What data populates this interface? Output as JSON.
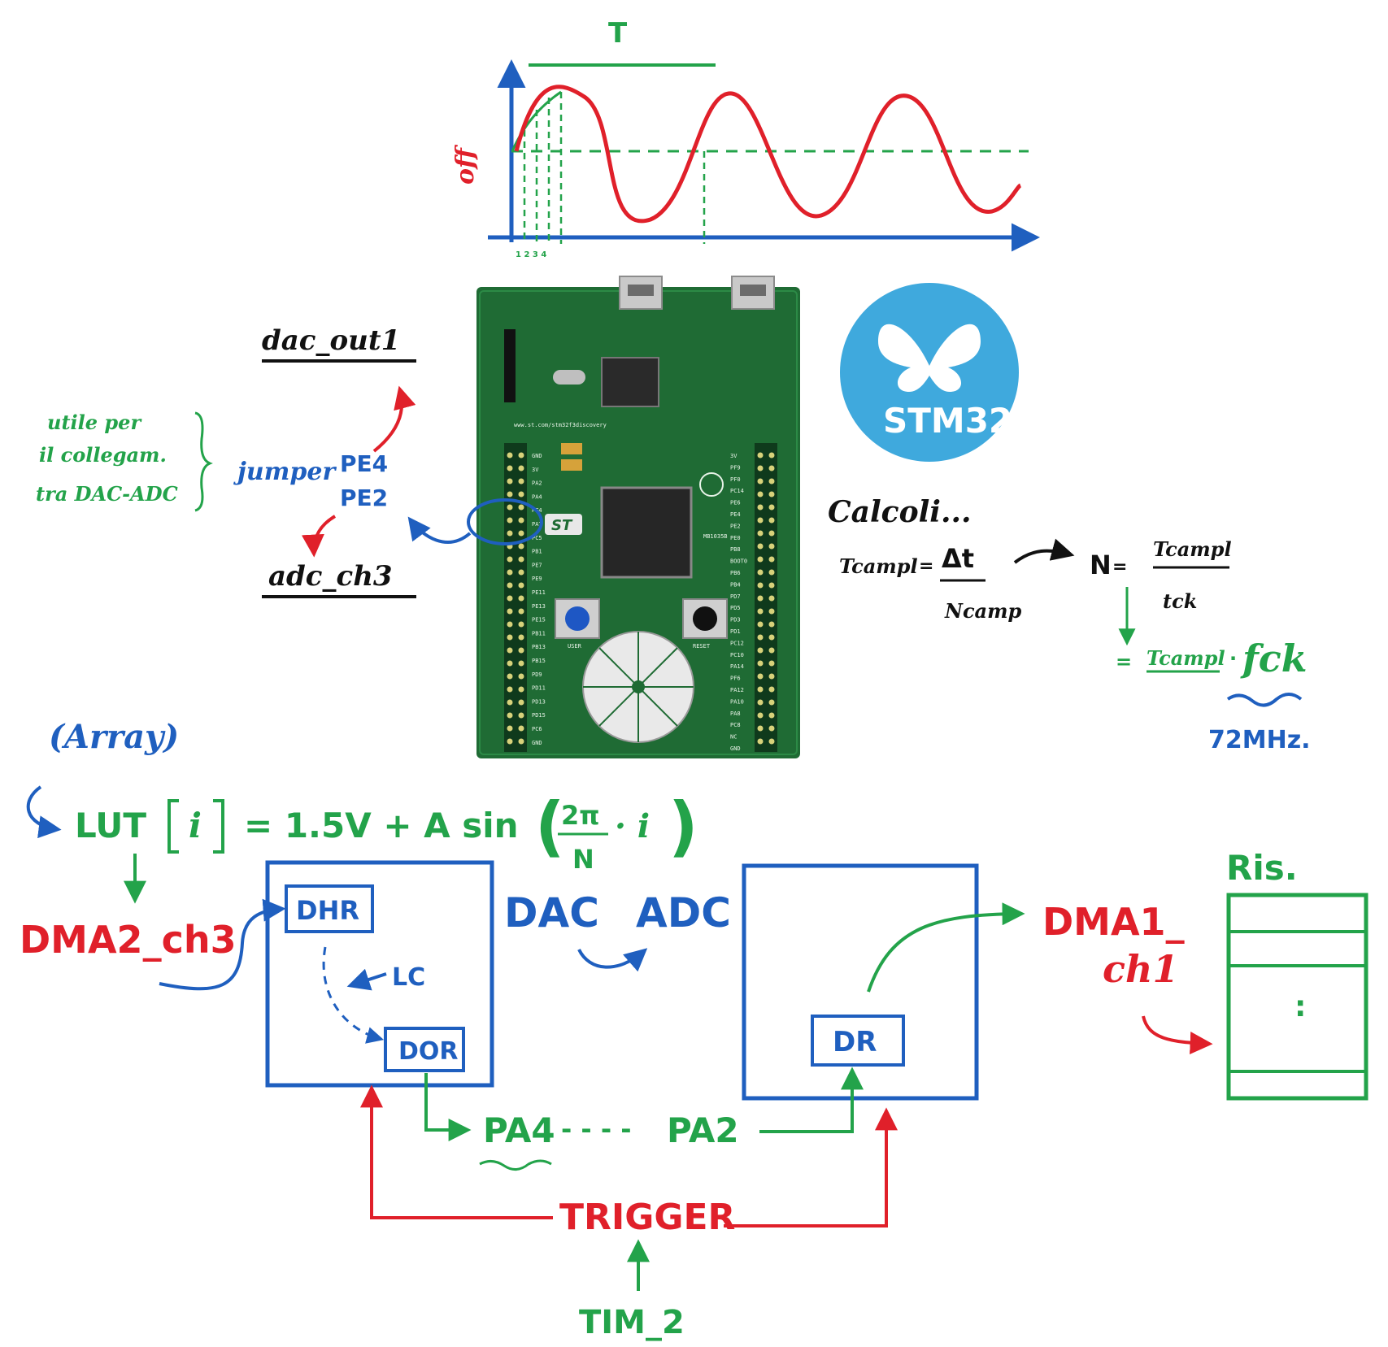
{
  "colors": {
    "blue": "#1f5fbf",
    "green": "#23a34a",
    "red": "#e0202a",
    "black": "#111111",
    "pcb": "#1f6b34",
    "stm_logo_bg": "#3fa9dd"
  },
  "waveform": {
    "period_label": "T",
    "offset_label": "off",
    "sample_ticks": "1 2 3 4"
  },
  "board": {
    "url_text": "www.st.com/stm32f3discovery",
    "model": "MB1035B",
    "user_button": "USER",
    "reset_button": "RESET",
    "st_logo": "ST",
    "left_pins": [
      "GND",
      "3V",
      "PA2",
      "PA4",
      "PF4",
      "PA7",
      "PC5",
      "PB1",
      "PE7",
      "PE9",
      "PE11",
      "PE13",
      "PE15",
      "PB11",
      "PB13",
      "PB15",
      "PD9",
      "PD11",
      "PD13",
      "PD15",
      "PC6",
      "GND"
    ],
    "right_pins": [
      "3V",
      "PF9",
      "PF0",
      "PC14",
      "PE6",
      "PE4",
      "PE2",
      "PE0",
      "PB8",
      "BOOT0",
      "PB6",
      "PB4",
      "PD7",
      "PD5",
      "PD3",
      "PD1",
      "PC12",
      "PC10",
      "PA14",
      "PF6",
      "PA12",
      "PA10",
      "PA8",
      "PC8",
      "NC",
      "GND"
    ]
  },
  "stm32_logo": {
    "text": "STM32"
  },
  "left_notes": {
    "dac_out": "dac_out1",
    "adc_ch": "adc_ch3",
    "jumper_label": "jumper",
    "jumper_pins": [
      "PE4",
      "PE2"
    ],
    "utile_lines": [
      "utile per",
      "il collegam.",
      "tra DAC-ADC"
    ]
  },
  "calc": {
    "title": "Calcoli...",
    "lhs": "Tcampl",
    "numerator": "Δt",
    "denominator": "Ncamp",
    "n_label": "N",
    "n_num": "Tcampl",
    "n_den": "tck",
    "result_prefix": "=",
    "result_term": "Tcampl",
    "result_factor": "fck",
    "freq": "72MHz."
  },
  "formula": {
    "array_label": "(Array)",
    "lut": "LUT",
    "index": "i",
    "rhs_part1": "= 1.5V + A sin",
    "frac_num": "2π",
    "frac_den": "N",
    "rhs_tail": "· i"
  },
  "blocks": {
    "dma_dac": "DMA2_ch3",
    "dhr": "DHR",
    "dor": "DOR",
    "lc": "LC",
    "dac": "DAC",
    "adc": "ADC",
    "dr": "DR",
    "dma_adc_line1": "DMA1_",
    "dma_adc_line2": "ch1",
    "ris": "Ris.",
    "ris_dots": ":",
    "pa4": "PA4",
    "pa_dash": "- - - -",
    "pa2": "PA2",
    "trigger": "TRIGGER",
    "timer": "TIM_2"
  }
}
